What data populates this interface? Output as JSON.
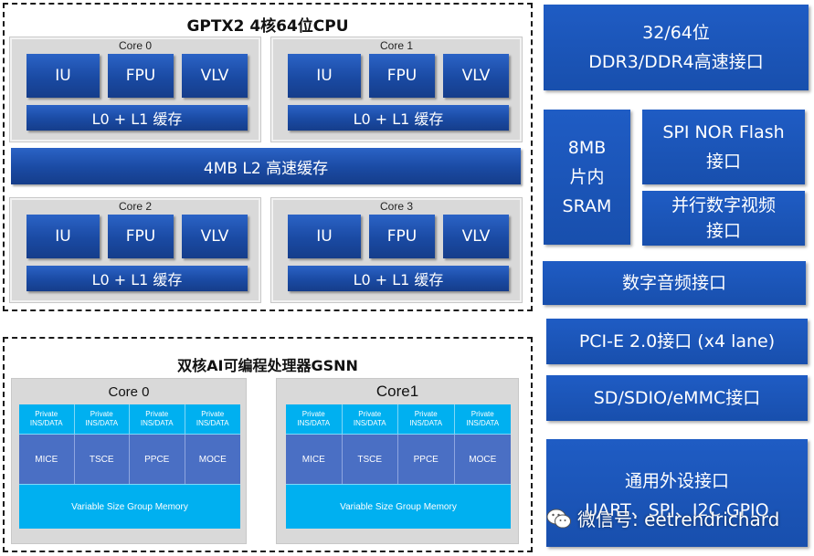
{
  "cpu": {
    "title": "GPTX2 4核64位CPU",
    "cores": [
      {
        "label": "Core 0",
        "units": [
          "IU",
          "FPU",
          "VLV"
        ],
        "cache": "L0 + L1 缓存"
      },
      {
        "label": "Core 1",
        "units": [
          "IU",
          "FPU",
          "VLV"
        ],
        "cache": "L0 + L1 缓存"
      },
      {
        "label": "Core 2",
        "units": [
          "IU",
          "FPU",
          "VLV"
        ],
        "cache": "L0 + L1 缓存"
      },
      {
        "label": "Core 3",
        "units": [
          "IU",
          "FPU",
          "VLV"
        ],
        "cache": "L0 + L1 缓存"
      }
    ],
    "l2": "4MB L2 高速缓存"
  },
  "ai": {
    "title": "双核AI可编程处理器GSNN",
    "cores": [
      {
        "label": "Core 0",
        "private": [
          "Private INS/DATA",
          "Private INS/DATA",
          "Private INS/DATA",
          "Private INS/DATA"
        ],
        "engines": [
          "MICE",
          "TSCE",
          "PPCE",
          "MOCE"
        ],
        "memory": "Variable Size Group Memory"
      },
      {
        "label": "Core1",
        "private": [
          "Private INS/DATA",
          "Private INS/DATA",
          "Private INS/DATA",
          "Private INS/DATA"
        ],
        "engines": [
          "MICE",
          "TSCE",
          "PPCE",
          "MOCE"
        ],
        "memory": "Variable Size Group Memory"
      }
    ]
  },
  "right": {
    "ddr_line1": "32/64位",
    "ddr_line2": "DDR3/DDR4高速接口",
    "sram_line1": "8MB",
    "sram_line2": "片内",
    "sram_line3": "SRAM",
    "spi_line1": "SPI NOR Flash",
    "spi_line2": "接口",
    "video_line1": "并行数字视频",
    "video_line2": "接口",
    "audio": "数字音频接口",
    "pcie": "PCI-E 2.0接口 (x4 lane)",
    "sd": "SD/SDIO/eMMC接口",
    "periph_line1": "通用外设接口",
    "periph_line2": "UART、SPI、I2C GPIO"
  },
  "watermark": {
    "icon": "wechat-icon",
    "text": "微信号: eetrendrichard"
  },
  "colors": {
    "block_blue": "#1a4aa3",
    "cyan": "#00b0f0",
    "engine_blue": "#4a6fc4",
    "core_gray": "#d9d9d9"
  }
}
